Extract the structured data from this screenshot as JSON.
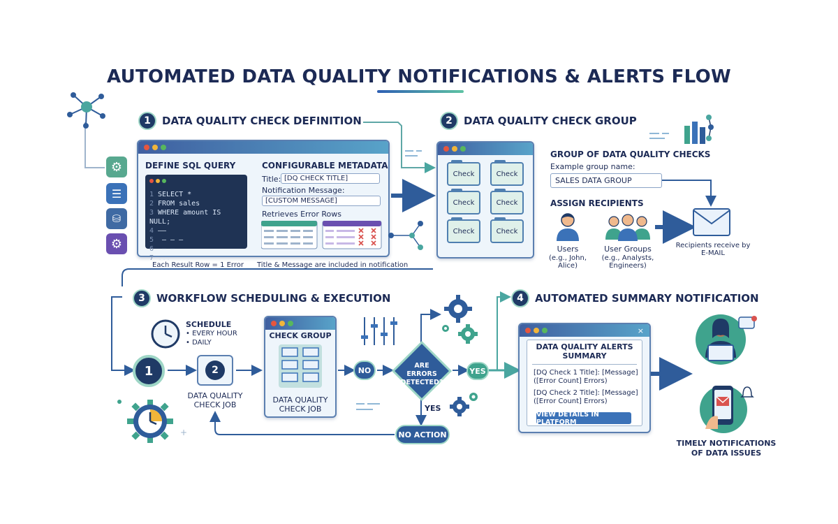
{
  "title": "AUTOMATED DATA QUALITY NOTIFICATIONS & ALERTS FLOW",
  "section1": {
    "number": "1",
    "heading": "DATA QUALITY CHECK DEFINITION",
    "define_label": "DEFINE SQL QUERY",
    "code_lines": [
      {
        "n": "1",
        "text": "SELECT *"
      },
      {
        "n": "2",
        "text": "FROM sales"
      },
      {
        "n": "3",
        "text": "WHERE amount IS NULL;"
      },
      {
        "n": "4",
        "text": "——"
      },
      {
        "n": "5",
        "text": "  — — —"
      },
      {
        "n": "6",
        "text": "  — —"
      },
      {
        "n": "7",
        "text": "..."
      }
    ],
    "meta_label": "CONFIGURABLE METADATA",
    "title_label": "Title:",
    "title_value": "[DQ CHECK TITLE]",
    "message_label": "Notification Message:",
    "message_value": "[CUSTOM MESSAGE]",
    "retrieves_label": "Retrieves Error Rows",
    "caption_left": "Each Result Row = 1 Error",
    "caption_right": "Title & Message are included in notification",
    "side_icons": [
      "gear-icon",
      "list-icon",
      "database-gear-icon",
      "settings-icon"
    ]
  },
  "section2": {
    "number": "2",
    "heading": "DATA QUALITY CHECK GROUP",
    "check_label": "Check",
    "group_heading": "GROUP OF DATA QUALITY CHECKS",
    "example_label": "Example group name:",
    "group_name": "SALES DATA GROUP",
    "assign_label": "ASSIGN RECIPIENTS",
    "users_label": "Users",
    "users_example": "(e.g., John, Alice)",
    "groups_label": "User Groups",
    "groups_example": "(e.g., Analysts, Engineers)",
    "email_caption": "Recipients receive by E-MAIL"
  },
  "section3": {
    "number": "3",
    "heading": "WORKFLOW SCHEDULING & EXECUTION",
    "schedule_label": "SCHEDULE",
    "schedule_items": [
      "• EVERY HOUR",
      "• DAILY"
    ],
    "step1": "1",
    "step2": "2",
    "job_caption": "DATA QUALITY CHECK JOB",
    "group_box_title": "CHECK GROUP",
    "group_box_caption": "DATA QUALITY CHECK JOB",
    "no_label": "NO",
    "decision_text": "ARE ERRORS DETECTED?",
    "yes_right": "YES",
    "yes_down": "YES",
    "no_action": "NO ACTION"
  },
  "section4": {
    "number": "4",
    "heading": "AUTOMATED SUMMARY NOTIFICATION",
    "summary_title": "DATA QUALITY ALERTS SUMMARY",
    "item1": "[DQ Check 1 Title]: [Message] ([Error Count] Errors)",
    "item2": "[DQ Check 2 Title]: [Message] ([Error Count] Errors)",
    "button": "VIEW DETAILS IN PLATFORM",
    "close_icon": "×",
    "caption": "TIMELY NOTIFICATIONS OF DATA ISSUES"
  },
  "colors": {
    "navy": "#1c2a55",
    "accent_blue": "#2f5c9a",
    "teal": "#5ec3a3",
    "error_red": "#d9534f"
  }
}
